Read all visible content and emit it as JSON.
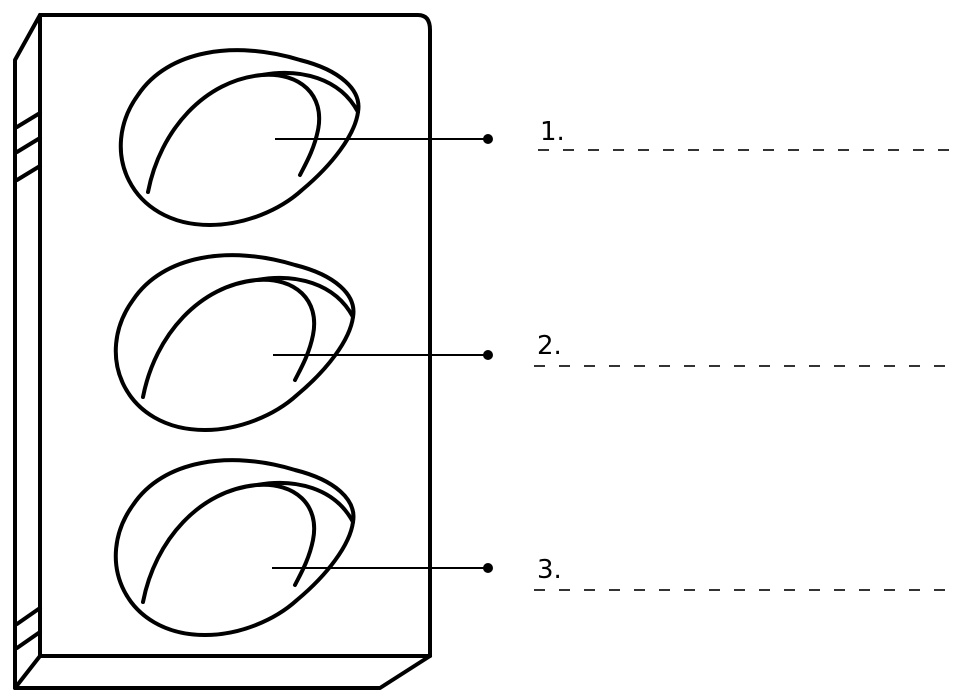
{
  "diagram": {
    "labels": [
      {
        "number": "1."
      },
      {
        "number": "2."
      },
      {
        "number": "3."
      }
    ]
  }
}
